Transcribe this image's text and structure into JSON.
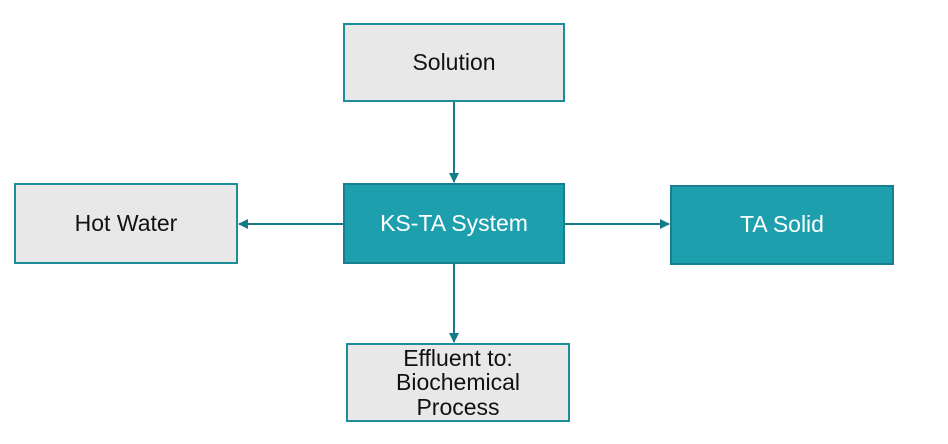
{
  "diagram": {
    "nodes": {
      "solution": "Solution",
      "ks_ta_system": "KS-TA System",
      "hot_water": "Hot Water",
      "ta_solid": "TA Solid",
      "effluent_line1": "Effluent to:",
      "effluent_line2": "Biochemical",
      "effluent_line3": "Process"
    },
    "edges": [
      {
        "from": "solution",
        "to": "ks_ta_system"
      },
      {
        "from": "ks_ta_system",
        "to": "hot_water"
      },
      {
        "from": "ks_ta_system",
        "to": "ta_solid"
      },
      {
        "from": "ks_ta_system",
        "to": "effluent"
      }
    ],
    "colors": {
      "light_fill": "#e8e8e8",
      "dark_fill": "#1e9fae",
      "border": "#1b8e9a",
      "arrow": "#147c87"
    }
  }
}
